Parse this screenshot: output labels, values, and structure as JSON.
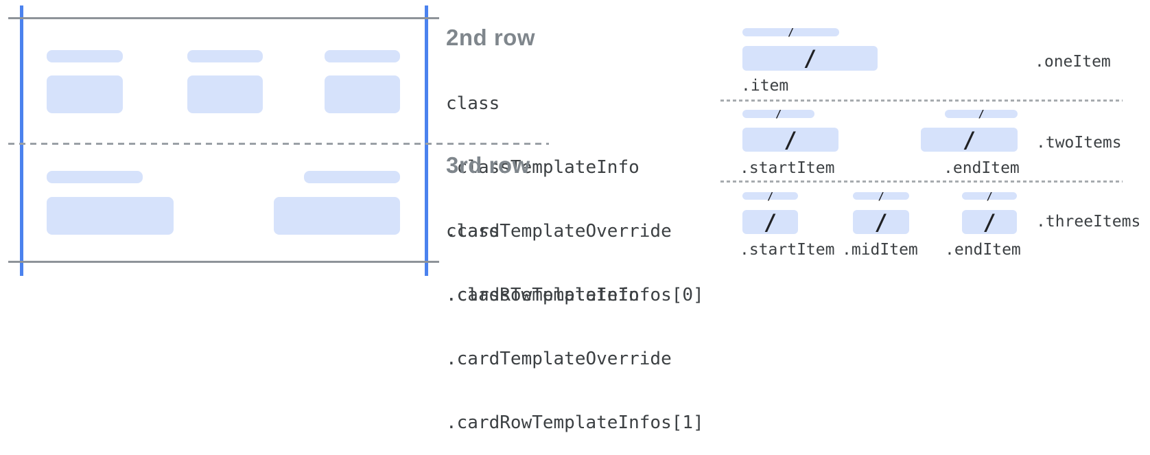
{
  "left_panel": {
    "row2": {
      "heading": "2nd row",
      "code_lines": [
        "class",
        ".classTemplateInfo",
        ".cardTemplateOverride",
        ".cardRowTemplateInfos[0]"
      ]
    },
    "row3": {
      "heading": "3rd row",
      "code_lines": [
        "class",
        ".classTemplateInfo",
        ".cardTemplateOverride",
        ".cardRowTemplateInfos[1]"
      ]
    }
  },
  "right_panel": {
    "slash": "/",
    "sections": [
      {
        "label": ".oneItem",
        "items": [
          ".item"
        ]
      },
      {
        "label": ".twoItems",
        "items": [
          ".startItem",
          ".endItem"
        ]
      },
      {
        "label": ".threeItems",
        "items": [
          ".startItem",
          ".midItem",
          ".endItem"
        ]
      }
    ]
  },
  "colors": {
    "placeholder_fill": "#d6e2fb",
    "guide_blue": "#4b82ee",
    "edge_gray": "#8e9399",
    "dash_gray": "#9aa0a6",
    "heading_gray": "#7f868c",
    "code_text": "#3c4043"
  }
}
